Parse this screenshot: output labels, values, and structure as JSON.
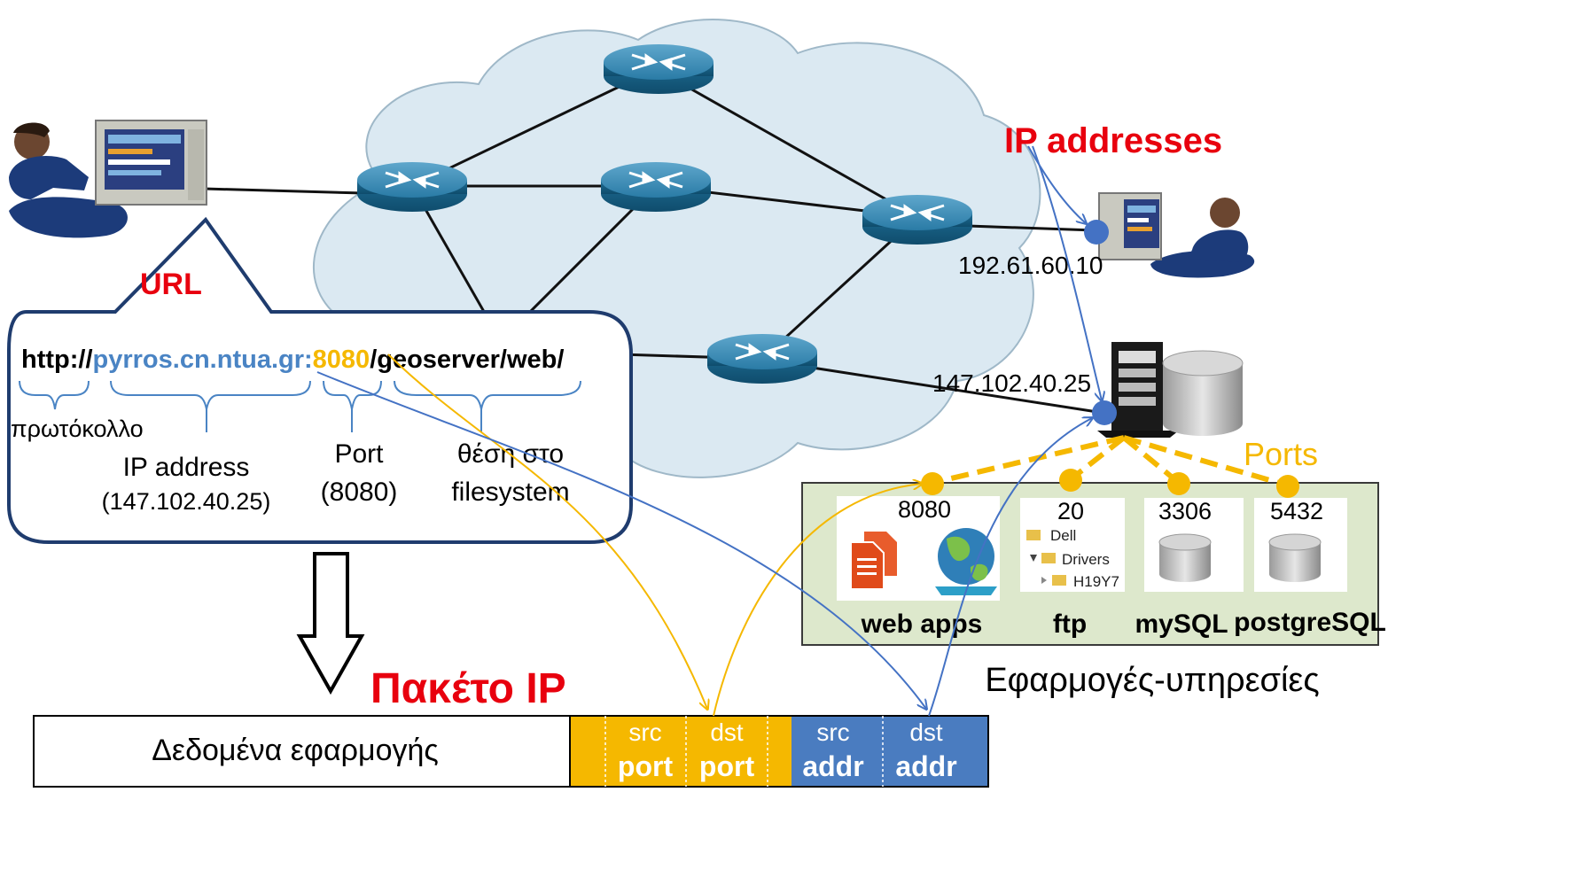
{
  "labels": {
    "ip_addresses": "IP addresses",
    "url": "URL",
    "ip_client": "192.61.60.10",
    "ip_server": "147.102.40.25",
    "ports": "Ports",
    "services": "Εφαρμογές-υπηρεσίες",
    "packet_title": "Πακέτο IP"
  },
  "url": {
    "protocol": "http://",
    "host": "pyrros.cn.ntua.gr:",
    "port": "8080",
    "path": "/geoserver/web/"
  },
  "url_parts": {
    "protocol": "πρωτόκολλο",
    "ip_line1": "IP address",
    "ip_line2": "(147.102.40.25)",
    "port_line1": "Port",
    "port_line2": "(8080)",
    "path_line1": "θέση στο",
    "path_line2": "filesystem"
  },
  "services": [
    {
      "port": "8080",
      "name": "web apps"
    },
    {
      "port": "20",
      "name": "ftp"
    },
    {
      "port": "3306",
      "name": "mySQL"
    },
    {
      "port": "5432",
      "name": "postgreSQL"
    }
  ],
  "folders": [
    "Dell",
    "Drivers",
    "H19Y7"
  ],
  "packet": {
    "data": "Δεδομένα εφαρμογής",
    "fields": [
      {
        "top": "src",
        "bottom": "port"
      },
      {
        "top": "dst",
        "bottom": "port"
      },
      {
        "top": "src",
        "bottom": "addr"
      },
      {
        "top": "dst",
        "bottom": "addr"
      }
    ]
  },
  "colors": {
    "red": "#e8000e",
    "blue_link": "#4472c4",
    "yellow": "#f5b800",
    "packet_blue": "#4a7cc0",
    "cloud": "#dbe9f2",
    "router": "#1c6a93",
    "services_panel": "#dde8cc"
  }
}
